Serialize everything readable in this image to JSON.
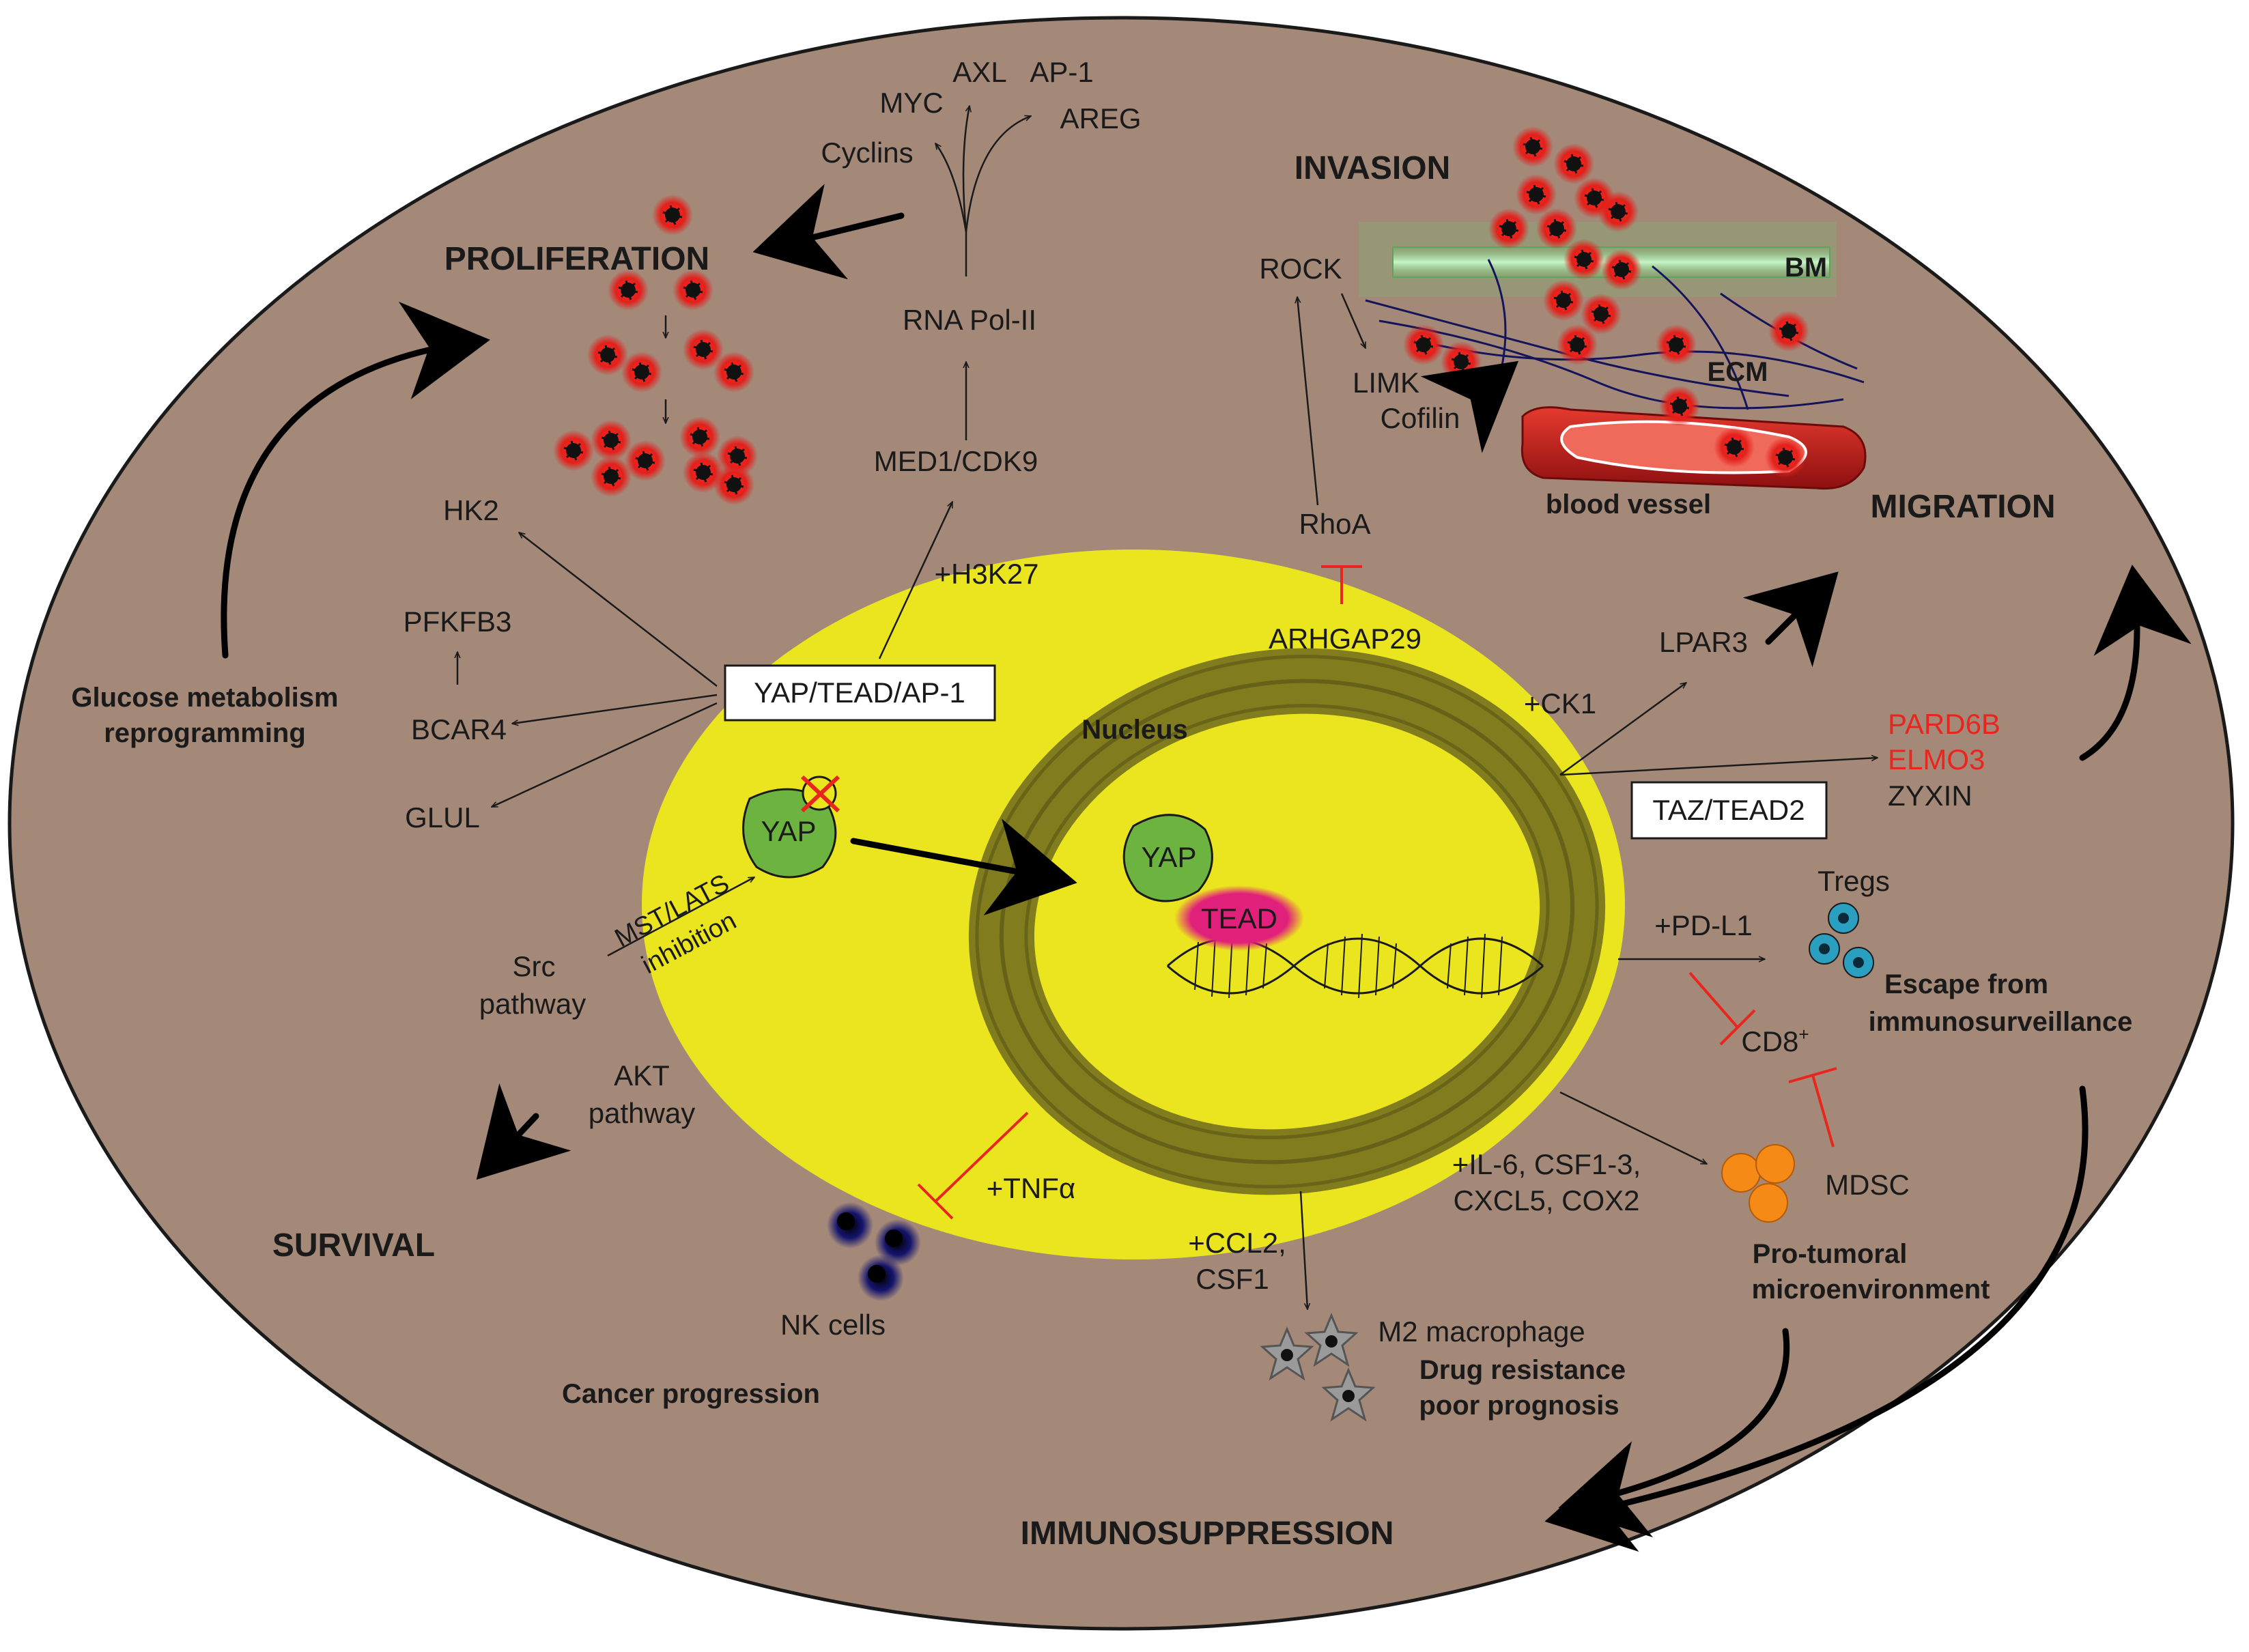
{
  "headings": {
    "proliferation": "PROLIFERATION",
    "invasion": "INVASION",
    "migration": "MIGRATION",
    "survival": "SURVIVAL",
    "immunosuppression": "IMMUNOSUPPRESSION"
  },
  "labels": {
    "myc": "MYC",
    "axl": "AXL",
    "ap1": "AP-1",
    "areg": "AREG",
    "cyclins": "Cyclins",
    "rna_pol": "RNA Pol-II",
    "med1": "MED1/CDK9",
    "h3k27": "+H3K27",
    "hk2": "HK2",
    "pfkfb3": "PFKFB3",
    "bcar4": "BCAR4",
    "glul": "GLUL",
    "yap_tead_ap1": "YAP/TEAD/AP-1",
    "glucose_1": "Glucose metabolism",
    "glucose_2": "reprogramming",
    "rock": "ROCK",
    "limk": "LIMK",
    "cofilin": "Cofilin",
    "rhoa": "RhoA",
    "arhgap29": "ARHGAP29",
    "bm": "BM",
    "ecm": "ECM",
    "blood_vessel": "blood vessel",
    "nucleus": "Nucleus",
    "yap_cyto": "YAP",
    "yap_nuc": "YAP",
    "tead": "TEAD",
    "mst_lats_1": "MST/LATS",
    "mst_lats_2": "inhibition",
    "src_1": "Src",
    "src_2": "pathway",
    "akt_1": "AKT",
    "akt_2": "pathway",
    "ck1": "+CK1",
    "lpar3": "LPAR3",
    "taz_tead2": "TAZ/TEAD2",
    "pard6b": "PARD6B",
    "elmo3": "ELMO3",
    "zyxin": "ZYXIN",
    "tregs": "Tregs",
    "pdl1": "+PD-L1",
    "escape_1": "Escape from",
    "escape_2": "immunosurveillance",
    "cd8": "CD8",
    "cd8_sup": "+",
    "mdsc": "MDSC",
    "il6_1": "+IL-6, CSF1-3,",
    "il6_2": "CXCL5, COX2",
    "protumoral_1": "Pro-tumoral",
    "protumoral_2": "microenvironment",
    "tnfa": "+TNFα",
    "nk_cells": "NK cells",
    "ccl2_1": "+CCL2,",
    "ccl2_2": "CSF1",
    "m2": "M2 macrophage",
    "drug_1": "Drug resistance",
    "drug_2": "poor prognosis",
    "cancer_progression": "Cancer progression"
  },
  "colors": {
    "cell": "#a48979",
    "nucleus_zone": "#ebe51f",
    "envelope": "#6f6a1f",
    "yap": "#6db33f",
    "tead": "#e0207a",
    "tumor_cell": "#e3201b",
    "nk_cell": "#14146e",
    "treg": "#2a9fc0",
    "mdsc": "#f58a16",
    "inhibition": "#e8261e",
    "vessel": "#c61d1d",
    "bm": "#b5eeb5"
  }
}
